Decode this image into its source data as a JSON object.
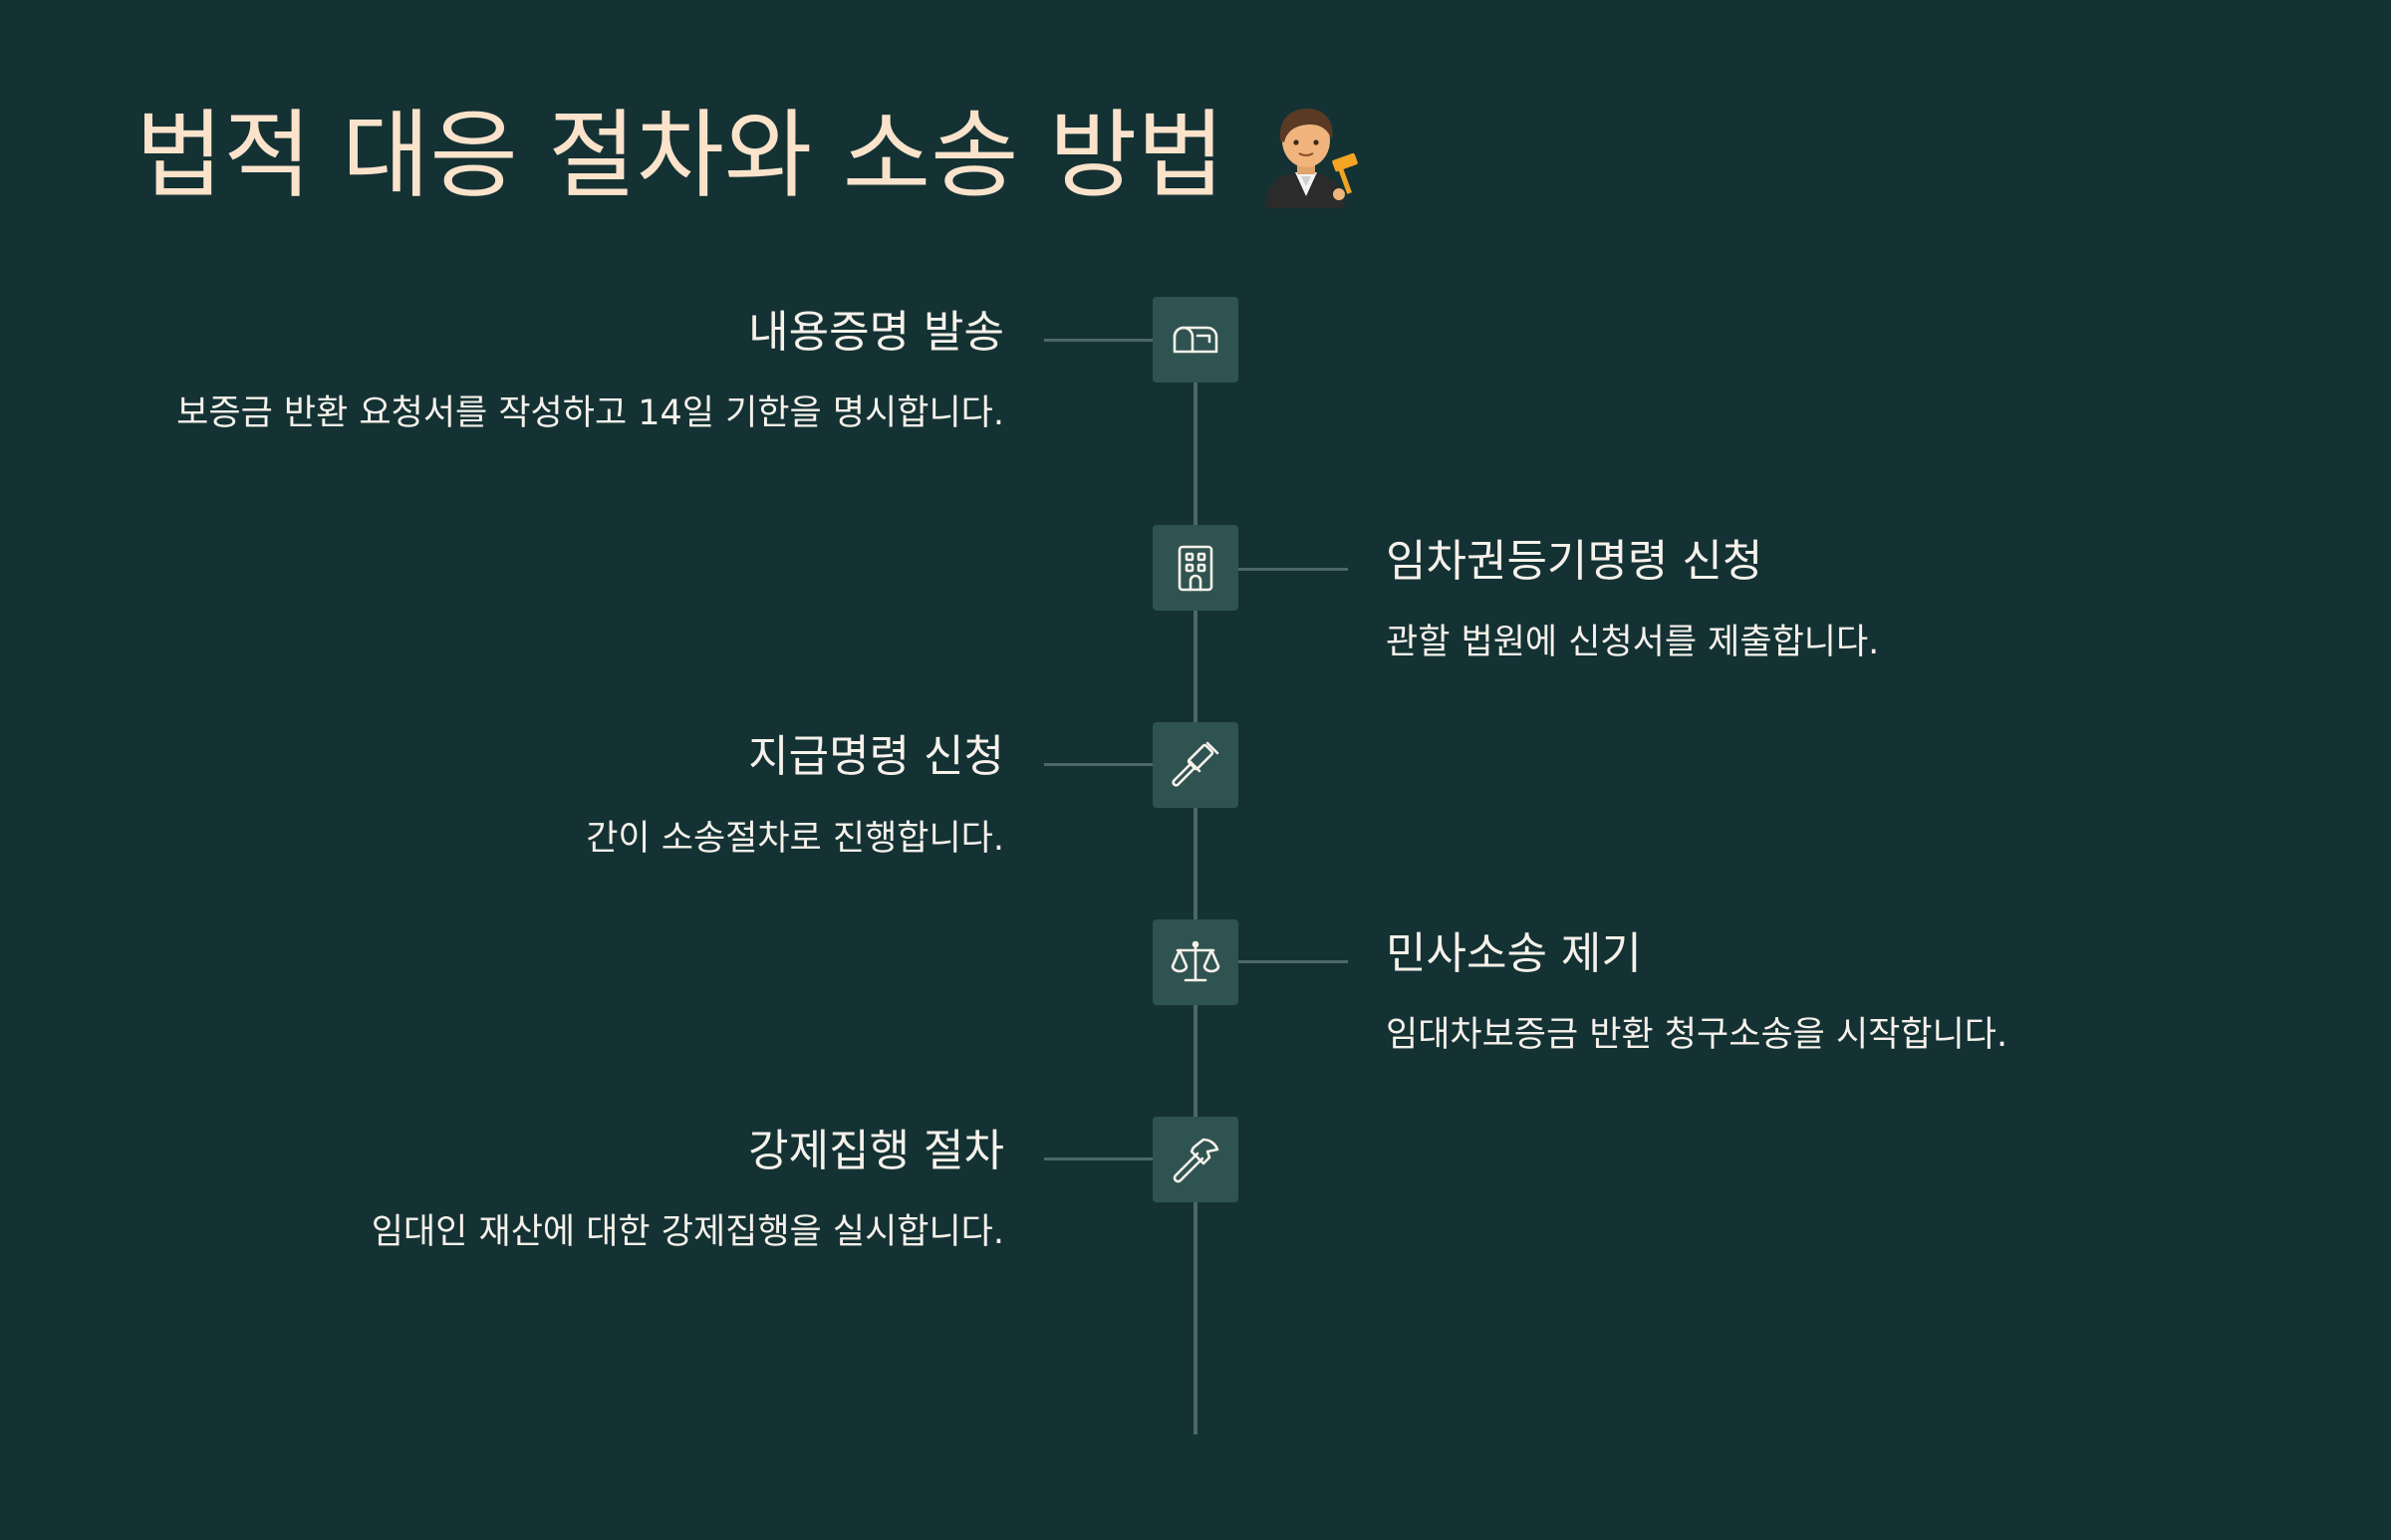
{
  "title": "법적 대응 절차와 소송 방법",
  "title_emoji": "judge-emoji",
  "colors": {
    "background": "#143234",
    "title": "#fbe3cb",
    "text": "#f6f1ea",
    "node": "#2f5350",
    "line": "#4c6868"
  },
  "steps": [
    {
      "title": "내용증명 발송",
      "desc": "보증금 반환 요청서를 작성하고 14일 기한을 명시합니다.",
      "icon": "mailbox-icon",
      "side": "left"
    },
    {
      "title": "임차권등기명령 신청",
      "desc": "관할 법원에 신청서를 제출합니다.",
      "icon": "building-icon",
      "side": "right"
    },
    {
      "title": "지급명령 신청",
      "desc": "간이 소송절차로 진행합니다.",
      "icon": "gavel-icon",
      "side": "left"
    },
    {
      "title": "민사소송 제기",
      "desc": "임대차보증금 반환 청구소송을 시작합니다.",
      "icon": "scales-icon",
      "side": "right"
    },
    {
      "title": "강제집행 절차",
      "desc": "임대인 재산에 대한 강제집행을 실시합니다.",
      "icon": "hammer-icon",
      "side": "left"
    }
  ]
}
